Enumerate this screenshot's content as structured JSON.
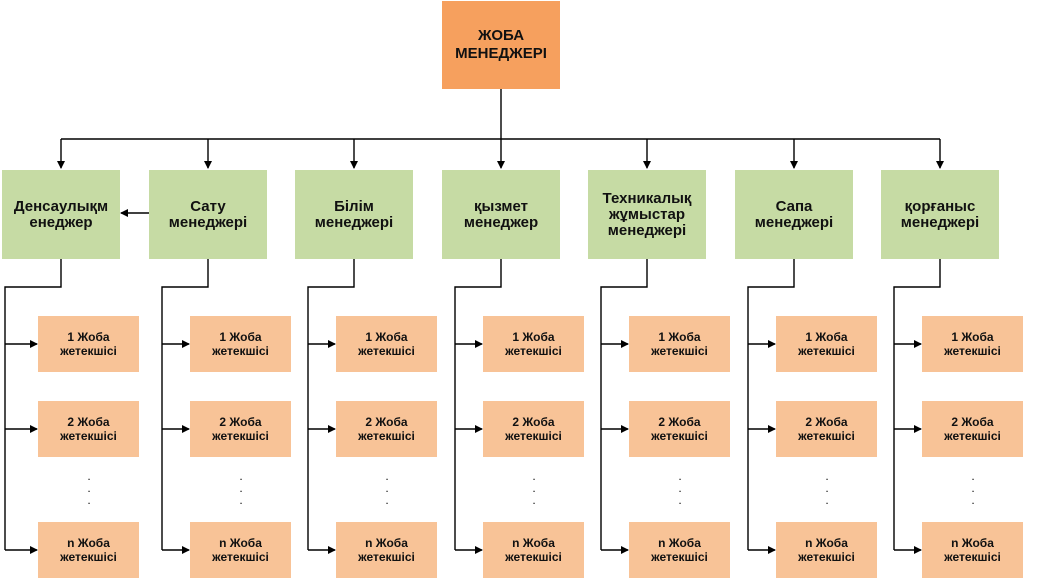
{
  "top": {
    "label": "ЖОБА\nМЕНЕДЖЕРІ"
  },
  "managers": [
    {
      "label": "Денсаулықм\nенеджер"
    },
    {
      "label": "Сату\nменеджері"
    },
    {
      "label": "Білім\nменеджері"
    },
    {
      "label": "қызмет\nменеджер"
    },
    {
      "label": "Техникалық\nжұмыстар\nменеджері"
    },
    {
      "label": "Сапа\nменеджері"
    },
    {
      "label": "қорғаныс\nменеджері"
    }
  ],
  "leads": {
    "first": "1 Жоба\nжетекшісі",
    "second": "2 Жоба\nжетекшісі",
    "ellipsis": ".\n.\n.",
    "last": "n Жоба\nжетекшісі"
  },
  "colors": {
    "top_fill": "#f6a05e",
    "manager_fill": "#c6dba4",
    "lead_fill": "#f8c397",
    "line": "#000000"
  }
}
